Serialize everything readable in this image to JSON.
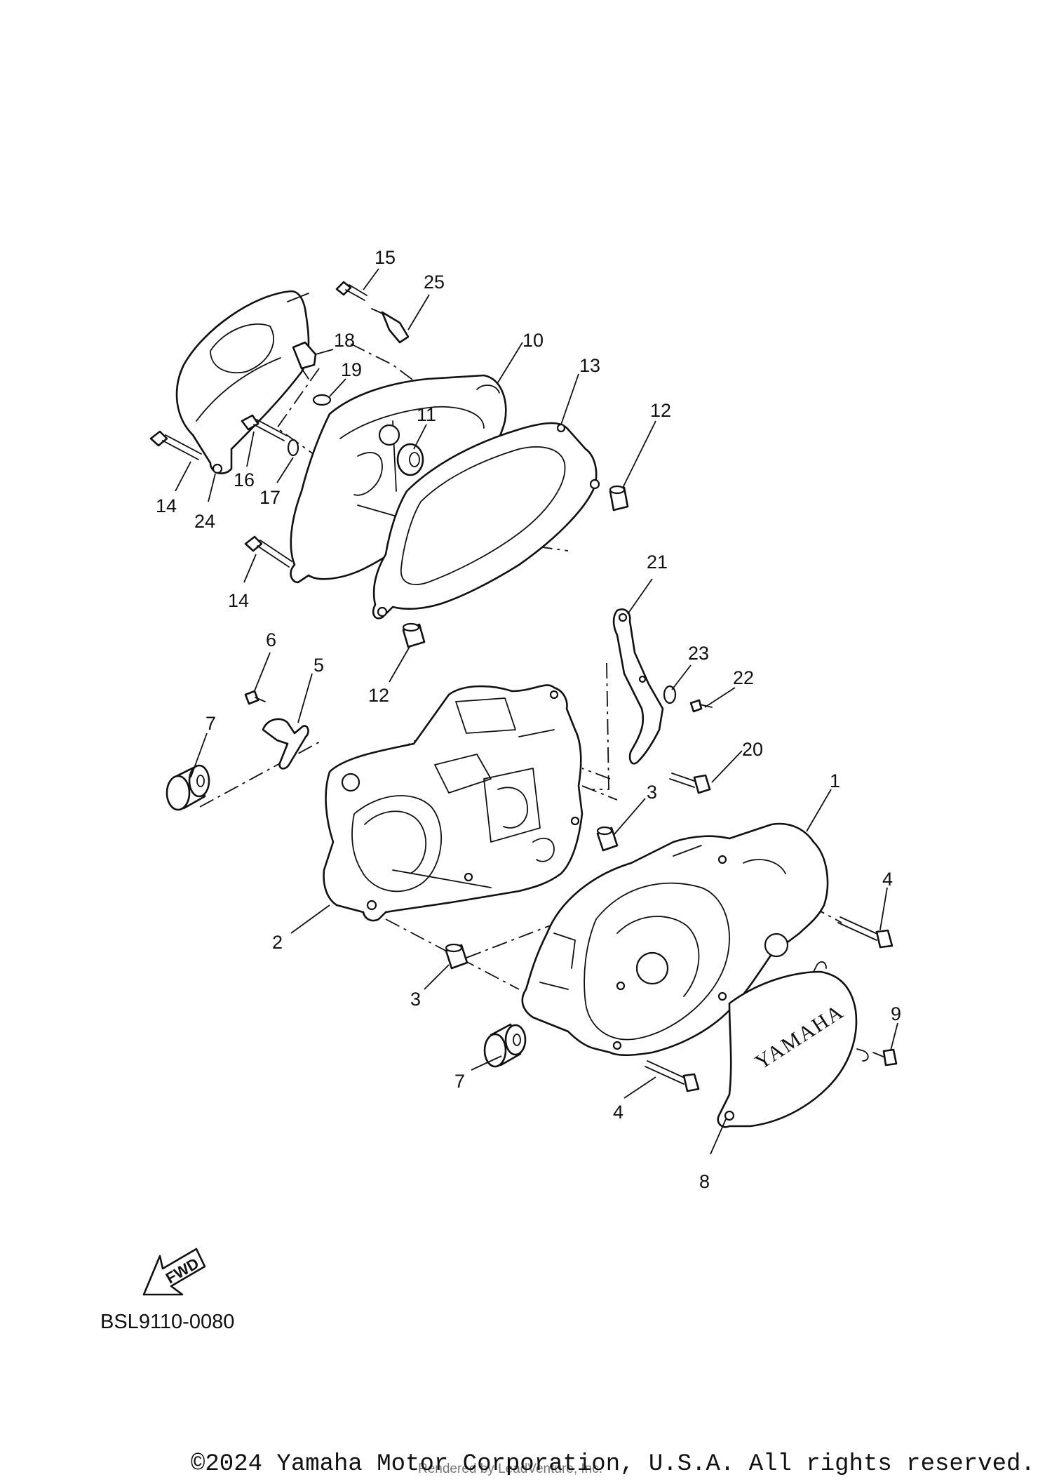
{
  "diagram": {
    "brand_text": "YAMAHA",
    "fwd_text": "FWD",
    "drawing_code": "BSL9110-0080",
    "callouts": [
      "15",
      "25",
      "18",
      "10",
      "19",
      "13",
      "11",
      "12",
      "14",
      "16",
      "17",
      "24",
      "14",
      "21",
      "6",
      "5",
      "23",
      "22",
      "12",
      "7",
      "20",
      "3",
      "1",
      "2",
      "4",
      "3",
      "9",
      "7",
      "4",
      "8"
    ]
  },
  "footer": {
    "copyright": "©2024 Yamaha Motor Corporation, U.S.A. All rights reserved.",
    "rendered_by": "Rendered by LeadVenture, Inc."
  }
}
